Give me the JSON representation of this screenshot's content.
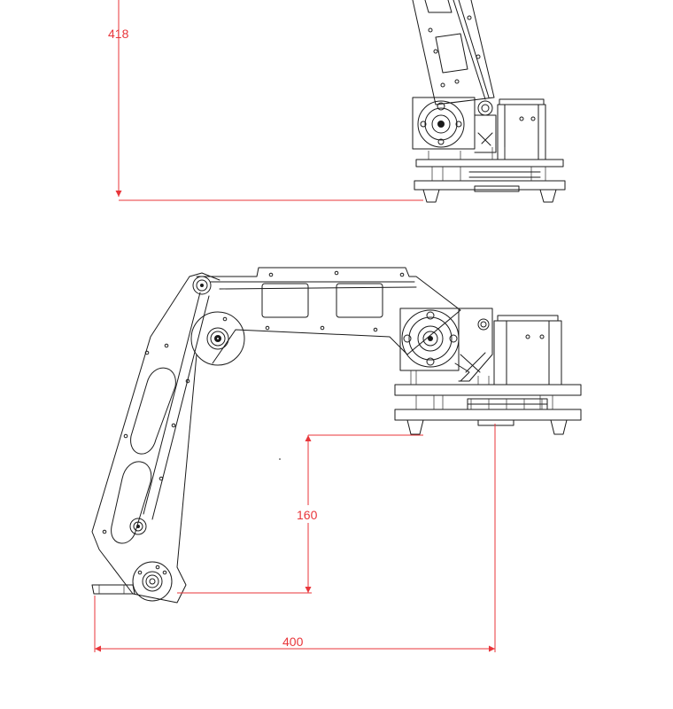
{
  "dimensions": {
    "top_height": {
      "value": "418",
      "color": "#e8353a"
    },
    "reach_height": {
      "value": "160",
      "color": "#e8353a"
    },
    "reach_length": {
      "value": "400",
      "color": "#e8353a"
    }
  },
  "colors": {
    "line": "#1a1a1a",
    "dimension": "#e8353a",
    "background": "#ffffff"
  }
}
